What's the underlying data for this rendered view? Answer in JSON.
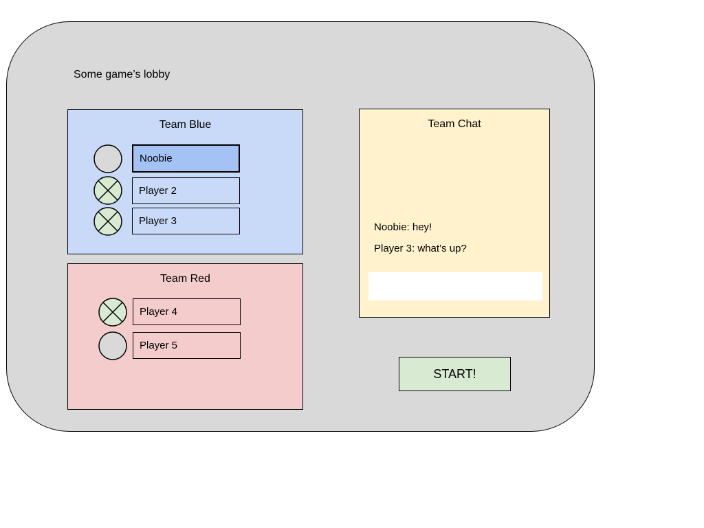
{
  "lobby": {
    "title": "Some game’s lobby"
  },
  "teams": [
    {
      "id": "blue",
      "title": "Team Blue",
      "panel_color": "#c9daf8",
      "highlight_color": "#a4c2f4",
      "players": [
        {
          "name": "Noobie",
          "ready": false,
          "highlighted": true
        },
        {
          "name": "Player 2",
          "ready": true,
          "highlighted": false
        },
        {
          "name": "Player 3",
          "ready": true,
          "highlighted": false
        }
      ]
    },
    {
      "id": "red",
      "title": "Team Red",
      "panel_color": "#f4cccc",
      "players": [
        {
          "name": "Player 4",
          "ready": true,
          "highlighted": false
        },
        {
          "name": "Player 5",
          "ready": false,
          "highlighted": false
        }
      ]
    }
  ],
  "chat": {
    "title": "Team Chat",
    "panel_color": "#fff2cc",
    "messages": [
      "Noobie: hey!",
      "Player 3: what’s up?"
    ],
    "input_value": ""
  },
  "start_button": {
    "label": "START!",
    "color": "#d9ead3"
  },
  "status_colors": {
    "ready": "#d9ead3",
    "not_ready": "#d9d9d9"
  },
  "container_color": "#d9d9d9"
}
